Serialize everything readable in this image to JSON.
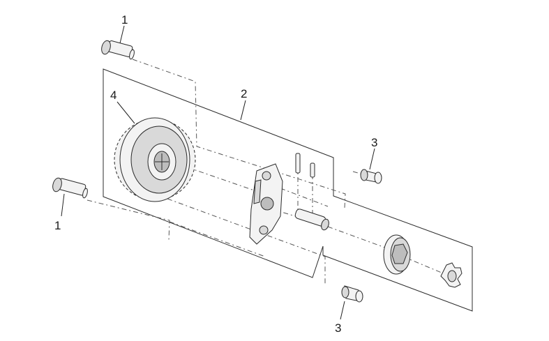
{
  "callouts": {
    "bolt_top": "1",
    "bolt_bottom": "1",
    "pump_assembly": "2",
    "bushing_top": "3",
    "bushing_bottom": "3",
    "gear": "4"
  },
  "colors": {
    "line": "#2b2b2b",
    "part_fill": "#f3f3f3",
    "part_shade": "#d9d9d9",
    "background": "#ffffff"
  }
}
